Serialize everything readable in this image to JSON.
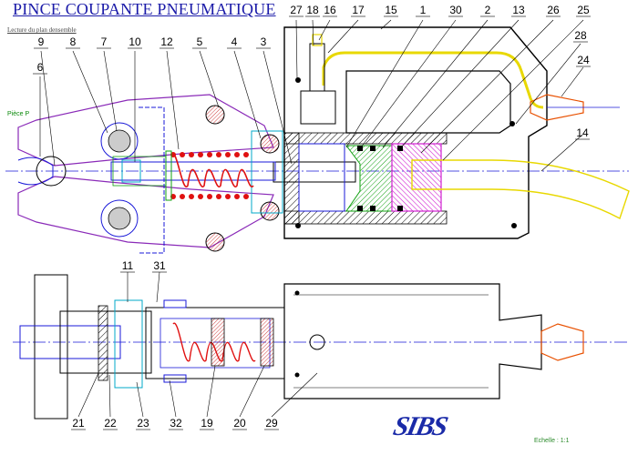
{
  "title": "PINCE COUPANTE PNEUMATIQUE",
  "subtitle": "Lecture du plan densemble",
  "piece_label": "Pièce P",
  "scale_label": "Echelle : 1:1",
  "logo_text": "SIBS",
  "colors": {
    "title": "#1a1aa8",
    "line": "#000000",
    "blue": "#1a1ad8",
    "red": "#e01010",
    "purple": "#8a2ab8",
    "cyan": "#00a8c8",
    "green": "#10a010",
    "magenta": "#d020d0",
    "yellow": "#e8d800",
    "orange": "#e85000"
  },
  "top_callouts": [
    "27",
    "18",
    "16",
    "17",
    "15",
    "1",
    "30",
    "2",
    "13",
    "26",
    "25",
    "28",
    "24",
    "9",
    "8",
    "7",
    "10",
    "12",
    "5",
    "4",
    "3",
    "6",
    "14"
  ],
  "bottom_callouts": [
    "11",
    "31",
    "21",
    "22",
    "23",
    "32",
    "19",
    "20",
    "29"
  ]
}
